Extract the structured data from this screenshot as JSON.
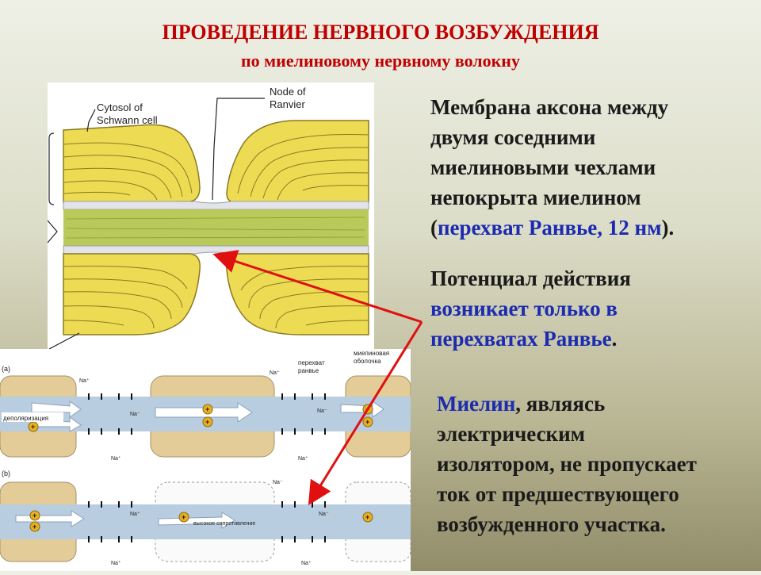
{
  "title": "ПРОВЕДЕНИЕ НЕРВНОГО ВОЗБУЖДЕНИЯ",
  "subtitle": "по миелиновому нервному волокну",
  "block1": {
    "line1": "Мембрана аксона между",
    "line2": "двумя соседними",
    "line3": "миелиновыми чехлами",
    "line4": "непокрыта миелином",
    "open_paren": "(",
    "highlight": "перехват Ранвье, 12 нм",
    "close": ")."
  },
  "block2": {
    "line1": "Потенциал действия",
    "highlight1": "возникает только в",
    "highlight2": "перехватах Ранвье",
    "end": "."
  },
  "block3": {
    "highlight": "Миелин",
    "rest1": ", являясь",
    "line2": "электрическим",
    "line3": "изолятором, не пропускает",
    "line4": "ток от предшествующего",
    "line5": "возбужденного участка."
  },
  "top_figure": {
    "label_cytosol_1": "Cytosol of",
    "label_cytosol_2": "Schwann cell",
    "label_node_1": "Node of",
    "label_node_2": "Ranvier"
  },
  "bottom_figure": {
    "panel_a": "(a)",
    "panel_b": "(b)",
    "depolarization": "деполяризация",
    "node_1": "перехват",
    "node_2": "ранвье",
    "sheath_1": "миелиновая",
    "sheath_2": "оболочка",
    "high_resistance": "высокое сопротивление",
    "na_plus": "Na⁺",
    "na_minus": "Na⁻",
    "plus": "+"
  },
  "colors": {
    "title_red": "#c00000",
    "highlight_blue": "#1c2bb0",
    "myelin_yellow": "#ecd548",
    "axon_green": "#b9c95a",
    "arrow_red": "#e01010"
  }
}
